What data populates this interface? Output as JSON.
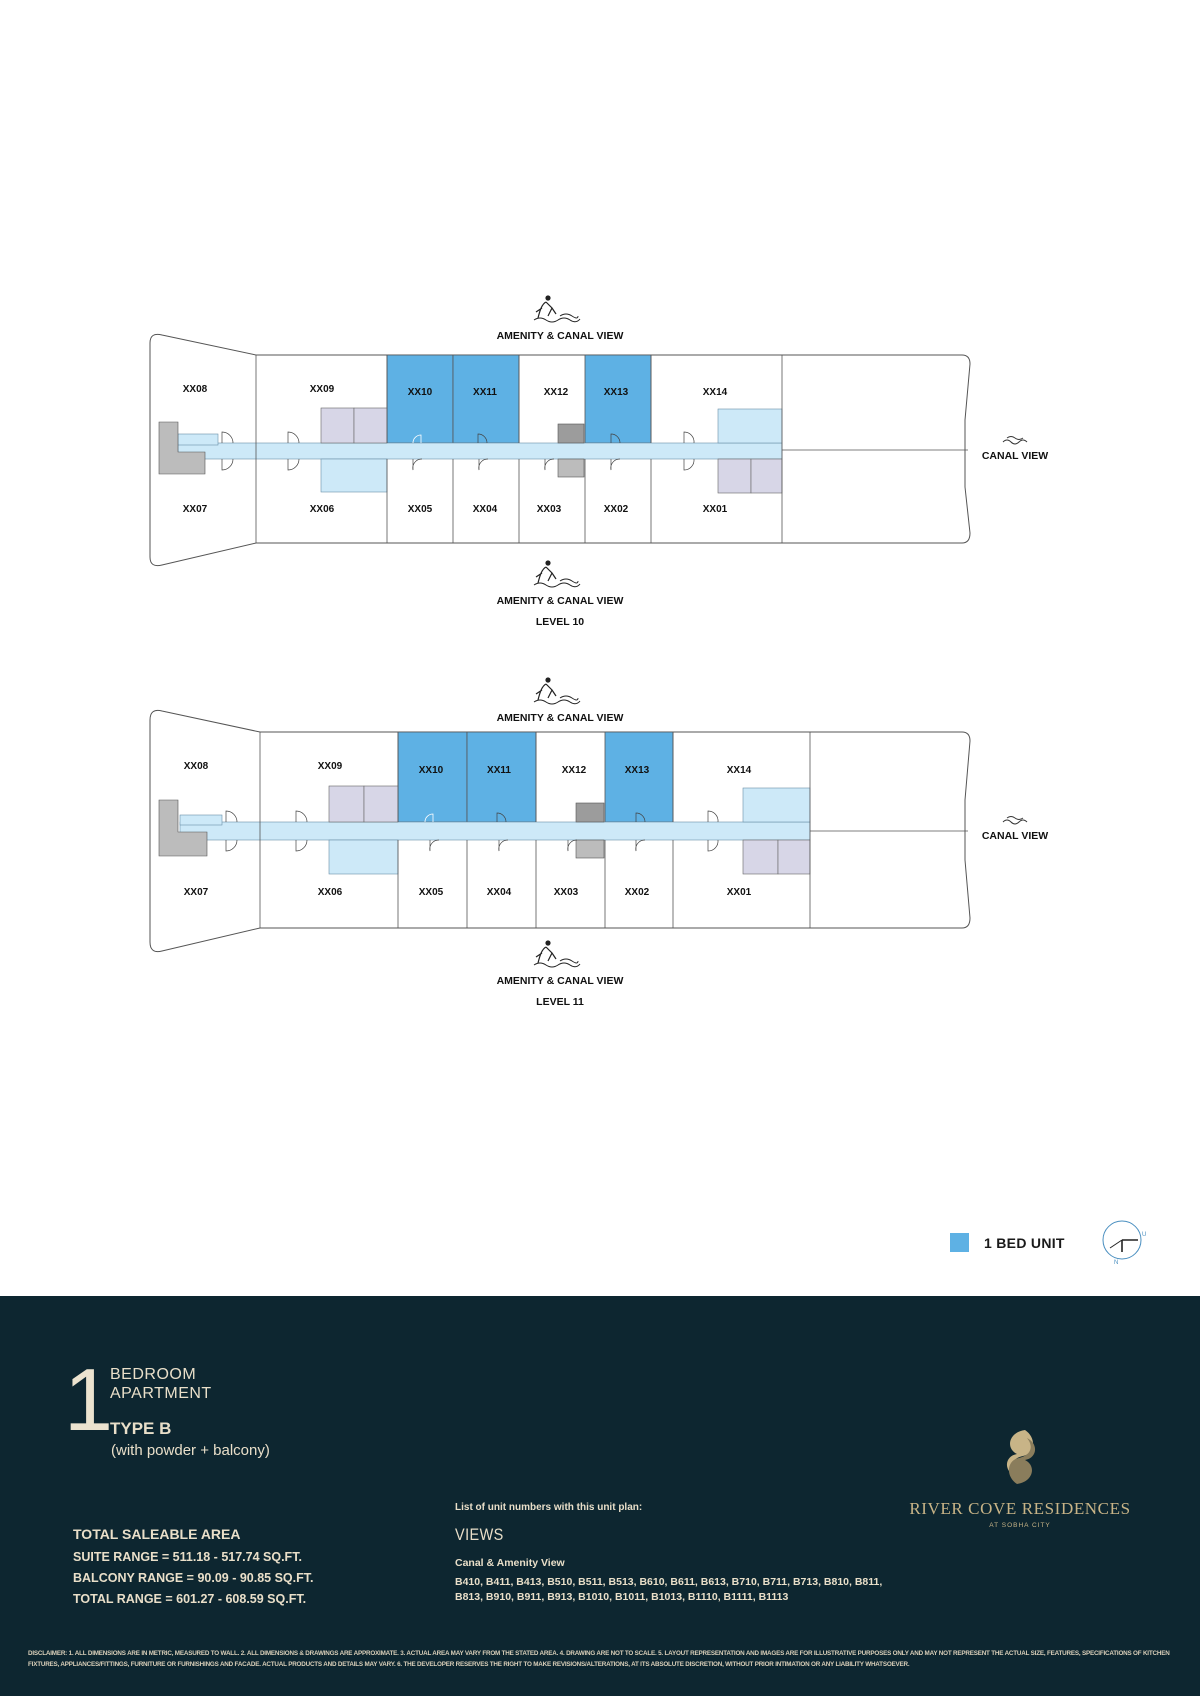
{
  "plans": [
    {
      "level": "LEVEL 10",
      "top_view": "AMENITY & CANAL VIEW",
      "bottom_view": "AMENITY & CANAL VIEW",
      "side_view": "CANAL VIEW",
      "top_units": [
        "XX08",
        "XX09",
        "XX10",
        "XX11",
        "XX12",
        "XX13",
        "XX14"
      ],
      "bottom_units": [
        "XX07",
        "XX06",
        "XX05",
        "XX04",
        "XX03",
        "XX02",
        "XX01"
      ],
      "one_bed_units": [
        "XX10",
        "XX11",
        "XX13"
      ]
    },
    {
      "level": "LEVEL 11",
      "top_view": "AMENITY & CANAL VIEW",
      "bottom_view": "AMENITY & CANAL VIEW",
      "side_view": "CANAL VIEW",
      "top_units": [
        "XX08",
        "XX09",
        "XX10",
        "XX11",
        "XX12",
        "XX13",
        "XX14"
      ],
      "bottom_units": [
        "XX07",
        "XX06",
        "XX05",
        "XX04",
        "XX03",
        "XX02",
        "XX01"
      ],
      "one_bed_units": [
        "XX10",
        "XX11",
        "XX13"
      ]
    }
  ],
  "colors": {
    "one_bed": "#5eb1e4",
    "corridor": "#cde9f8",
    "core": "#bcbcbc",
    "service": "#d7d6e7",
    "footer_bg": "#0d2630",
    "footer_text": "#e9dfc9",
    "brand": "#c8b487"
  },
  "legend": {
    "label": "1 BED UNIT"
  },
  "footer": {
    "big_number": "1",
    "line1": "BEDROOM",
    "line2": "APARTMENT",
    "type": "TYPE B",
    "type_detail": "(with powder + balcony)",
    "area_title": "TOTAL SALEABLE AREA",
    "suite": "SUITE RANGE = 511.18 - 517.74 SQ.FT.",
    "balcony": "BALCONY RANGE = 90.09 - 90.85 SQ.FT.",
    "total": "TOTAL RANGE = 601.27 - 608.59 SQ.FT.",
    "list_intro": "List of unit numbers with this unit plan:",
    "views_title": "VIEWS",
    "view_heading": "Canal & Amenity View",
    "unit_list": "B410, B411, B413, B510, B511, B513, B610, B611, B613, B710, B711, B713, B810, B811, B813, B910, B911, B913, B1010, B1011, B1013, B1110, B1111, B1113",
    "brand_name": "RIVER COVE RESIDENCES",
    "brand_sub": "AT SOBHA CITY",
    "disclaimer": "DISCLAIMER: 1. ALL DIMENSIONS ARE IN METRIC, MEASURED TO WALL. 2. ALL DIMENSIONS & DRAWINGS ARE APPROXIMATE. 3. ACTUAL AREA MAY VARY FROM THE STATED AREA. 4. DRAWING ARE NOT TO SCALE. 5. LAYOUT REPRESENTATION AND IMAGES ARE FOR ILLUSTRATIVE PURPOSES ONLY AND MAY NOT REPRESENT THE ACTUAL SIZE, FEATURES, SPECIFICATIONS OF KITCHEN FIXTURES, APPLIANCES/FITTINGS, FURNITURE OR FURNISHINGS AND FACADE. ACTUAL PRODUCTS AND DETAILS MAY VARY. 6. THE DEVELOPER RESERVES THE RIGHT TO MAKE REVISIONS/ALTERATIONS, AT ITS ABSOLUTE DISCRETION, WITHOUT PRIOR INTIMATION OR ANY LIABILITY WHATSOEVER."
  }
}
